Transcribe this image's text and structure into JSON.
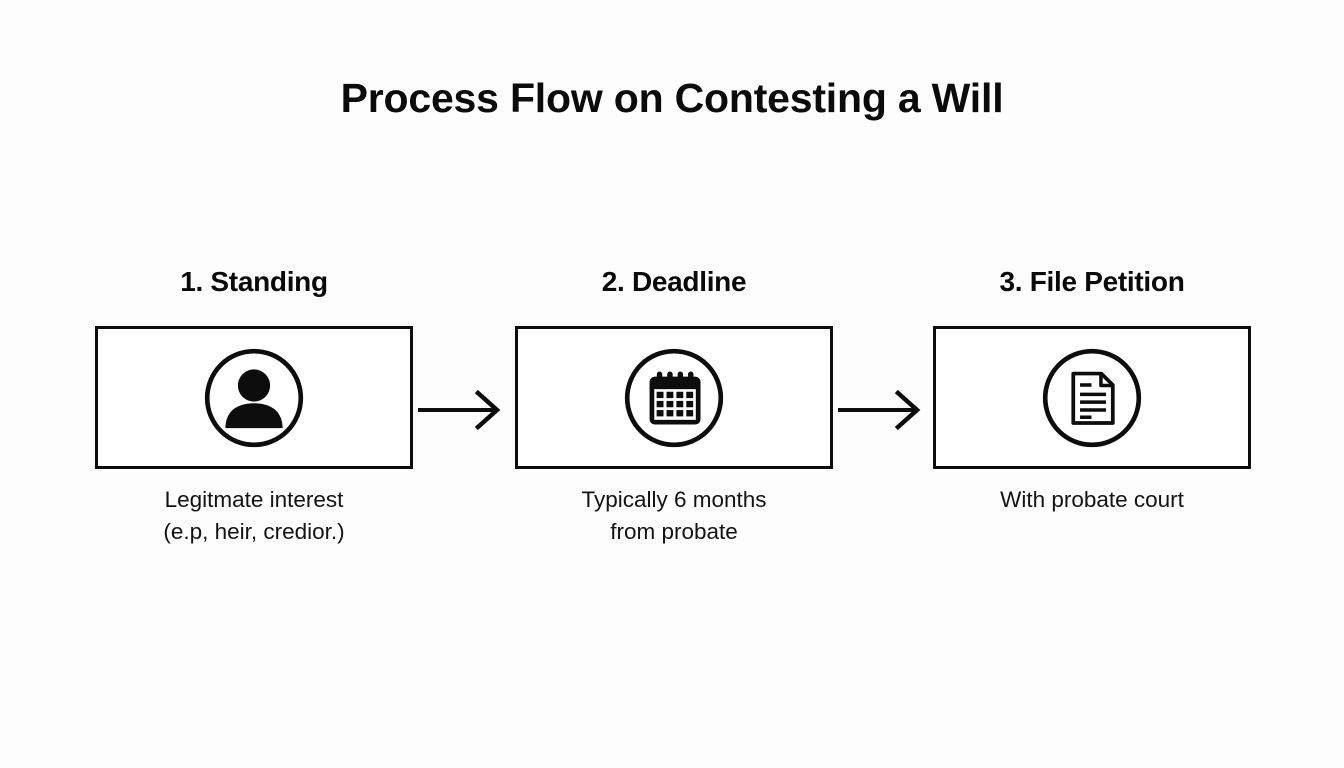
{
  "diagram": {
    "title": "Process Flow on Contesting a Will",
    "type": "process-flow",
    "background_color": "#fdfdfe",
    "line_color": "#0d0d0d",
    "text_color": "#0a0a0a",
    "steps": [
      {
        "heading": "1. Standing",
        "icon": "person-icon",
        "caption_line_1": "Legitmate interest",
        "caption_line_2": "(e.p, heir, credior.)"
      },
      {
        "heading": "2. Deadline",
        "icon": "calendar-icon",
        "caption_line_1": "Typically 6 months",
        "caption_line_2": "from probate"
      },
      {
        "heading": "3. File Petition",
        "icon": "document-icon",
        "caption_line_1": "With probate court",
        "caption_line_2": ""
      }
    ],
    "connectors": [
      {
        "name": "arrow-step1-to-step2",
        "glyph": "arrow-right-icon"
      },
      {
        "name": "arrow-step2-to-step3",
        "glyph": "arrow-right-icon"
      }
    ]
  }
}
